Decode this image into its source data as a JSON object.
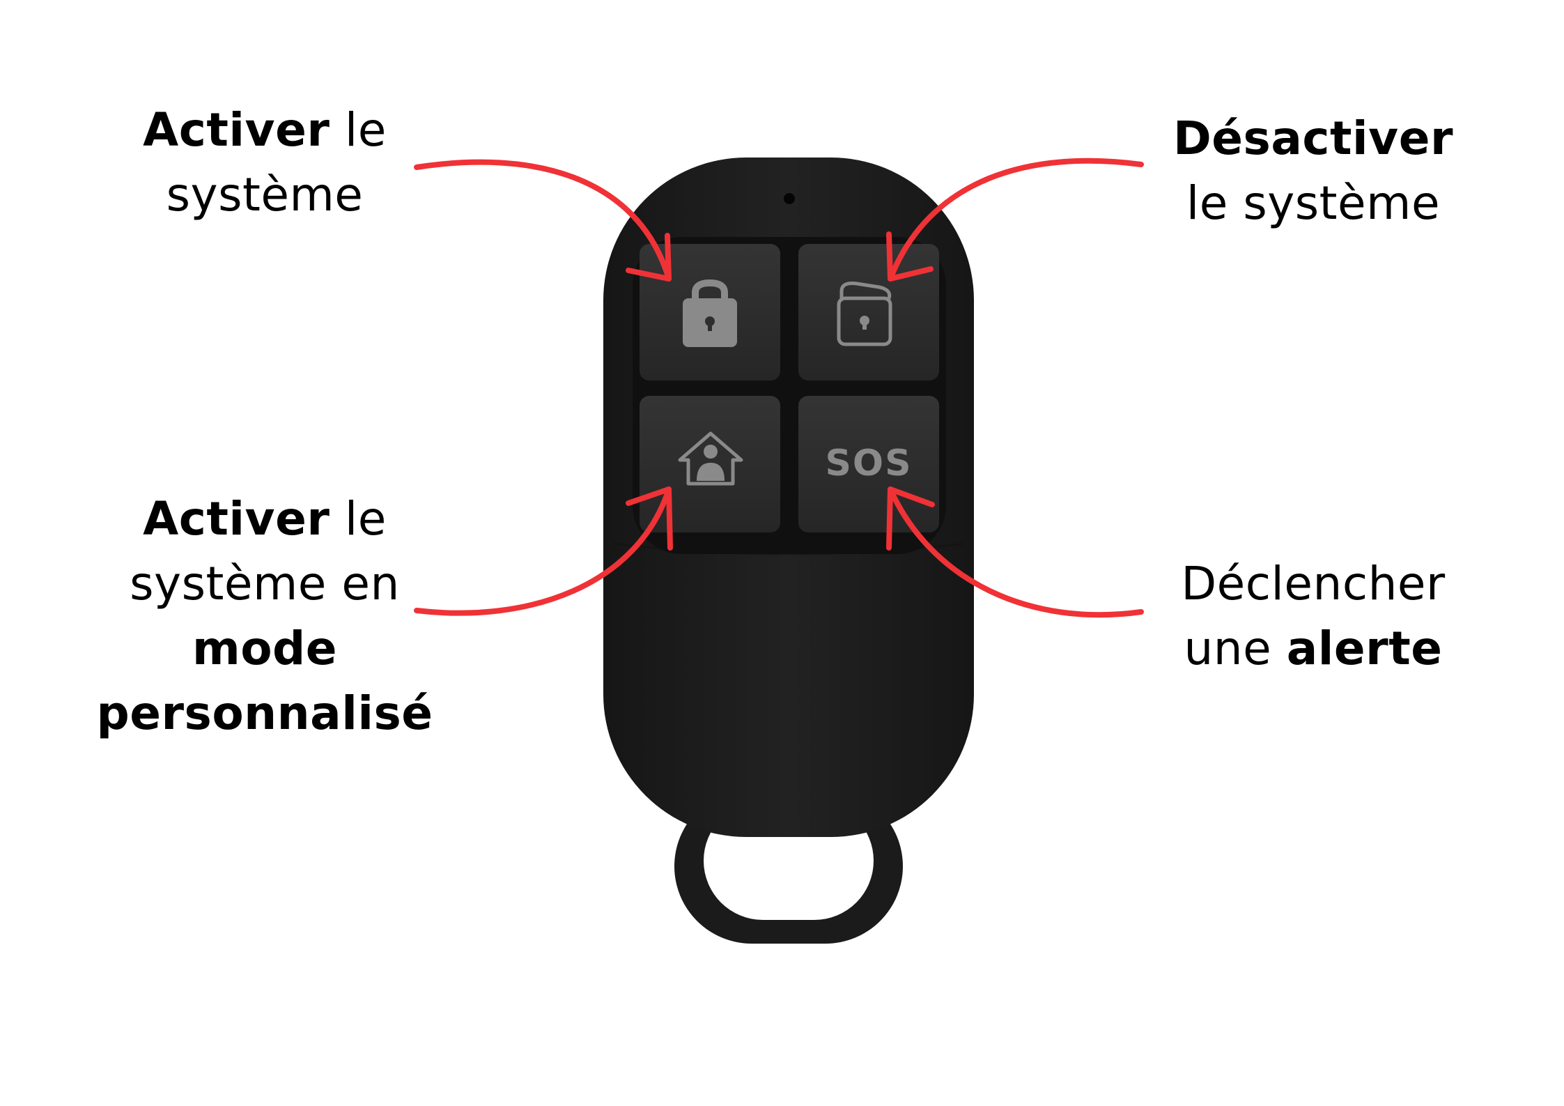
{
  "colors": {
    "background": "#ffffff",
    "text": "#000000",
    "arrow": "#f03236",
    "remote_body": "#1c1c1c",
    "button_face": "#2e2e2e",
    "icon_gray": "#8a8a8a"
  },
  "captions": {
    "arm": {
      "bold": "Activer",
      "rest": " le",
      "line2": "système"
    },
    "disarm": {
      "bold": "Désactiver",
      "line2": "le système"
    },
    "home": {
      "bold": "Activer",
      "rest": " le",
      "line2": "système en",
      "line3": "mode",
      "line4": "personnalisé"
    },
    "sos": {
      "line1": "Déclencher",
      "plain": "une ",
      "bold": "alerte"
    }
  },
  "remote": {
    "buttons": [
      {
        "id": "arm",
        "icon": "lock-closed-icon"
      },
      {
        "id": "disarm",
        "icon": "lock-open-icon"
      },
      {
        "id": "home",
        "icon": "house-person-icon"
      },
      {
        "id": "sos",
        "icon": "sos-icon",
        "label": "SOS"
      }
    ]
  }
}
